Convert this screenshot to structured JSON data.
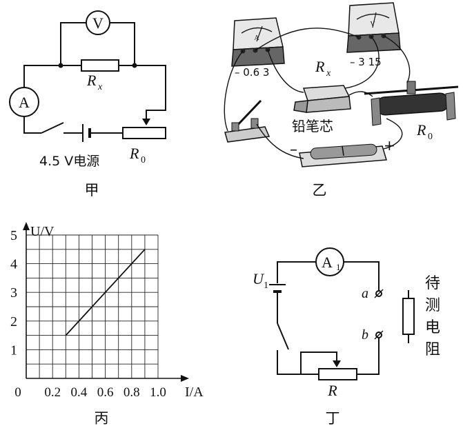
{
  "panel_jia": {
    "caption": "甲",
    "voltmeter_symbol": "V",
    "ammeter_symbol": "A",
    "resistor_x": "R",
    "resistor_x_sub": "x",
    "rheostat": "R",
    "rheostat_sub": "0",
    "source_label": "4.5 V电源"
  },
  "panel_yi": {
    "caption": "乙",
    "ammeter_face": "A",
    "ammeter_terminals": "– 0.6  3",
    "voltmeter_face": "V",
    "voltmeter_terminals": "– 3  15",
    "resistor_x": "R",
    "resistor_x_sub": "x",
    "pencil_label": "铅笔芯",
    "rheostat": "R",
    "rheostat_sub": "0",
    "minus": "–",
    "plus": "+"
  },
  "panel_bing": {
    "caption": "丙",
    "chart_data": {
      "type": "line",
      "x": [
        0.3,
        0.9
      ],
      "y": [
        1.5,
        4.5
      ],
      "xlabel": "I/A",
      "ylabel": "U/V",
      "xlim": [
        0,
        1.0
      ],
      "ylim": [
        0,
        5
      ],
      "xticks": [
        "0",
        "0.2",
        "0.4",
        "0.6",
        "0.8",
        "1.0"
      ],
      "yticks": [
        "1",
        "2",
        "3",
        "4",
        "5"
      ],
      "grid": true
    }
  },
  "panel_ding": {
    "caption": "丁",
    "ammeter_symbol": "A",
    "ammeter_sub": "1",
    "source": "U",
    "source_sub": "1",
    "terminal_a": "a",
    "terminal_b": "b",
    "rheostat": "R",
    "resistor_label": [
      "待",
      "测",
      "电",
      "阻"
    ]
  }
}
